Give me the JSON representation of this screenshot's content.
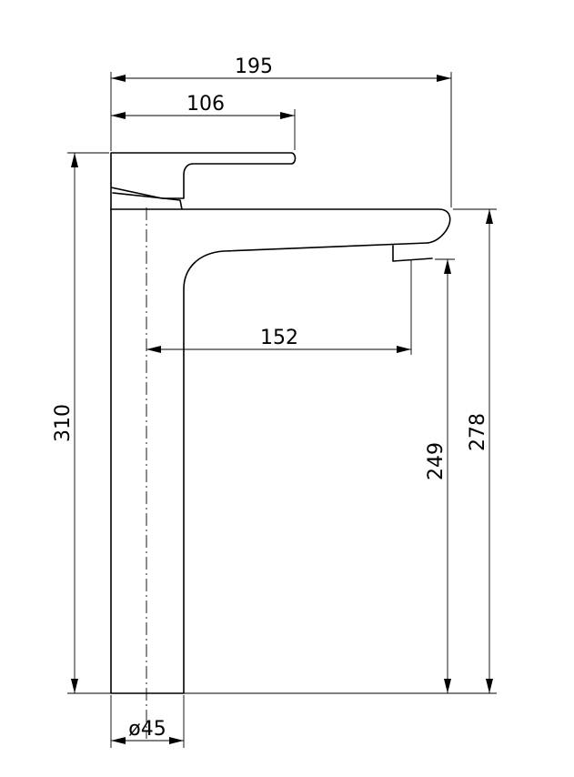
{
  "dimensions": {
    "overall_width": "195",
    "handle_width": "106",
    "spout_reach": "152",
    "total_height": "310",
    "spout_top_height": "278",
    "outlet_height": "249",
    "body_diameter": "ø45"
  },
  "colors": {
    "line": "#000000",
    "background": "#ffffff"
  }
}
